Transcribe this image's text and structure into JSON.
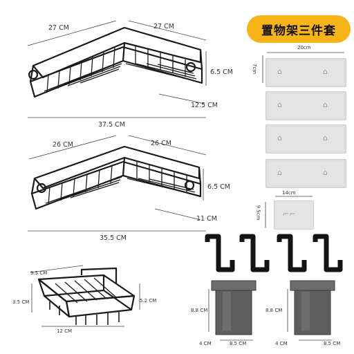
{
  "title": "置物架三件套",
  "shelf_large": {
    "top_left": "27 CM",
    "top_right": "27 CM",
    "height": "6.5 CM",
    "depth": "12.5 CM",
    "width": "37.5 CM"
  },
  "shelf_medium": {
    "top_left": "26 CM",
    "top_right": "26 CM",
    "height": "6.5 CM",
    "depth": "11 CM",
    "width": "35.5 CM"
  },
  "soap_dish": {
    "top": "9.5 CM",
    "left": "3.5 CM",
    "right": "5.2 CM",
    "bottom": "12 CM"
  },
  "adhesive_pads": {
    "width": "20cm",
    "height": "7cm"
  },
  "small_pad": {
    "width": "14cm",
    "height": "9.5cm"
  },
  "cups": [
    {
      "height": "8.8 CM",
      "depth": "4 CM",
      "width": "8.5 CM"
    },
    {
      "height": "8.8 CM",
      "depth": "4 CM",
      "width": "8.5 CM"
    }
  ],
  "colors": {
    "badge": "#f7b418",
    "metal": "#1a1a1a",
    "cup": "#5a5a5a"
  }
}
